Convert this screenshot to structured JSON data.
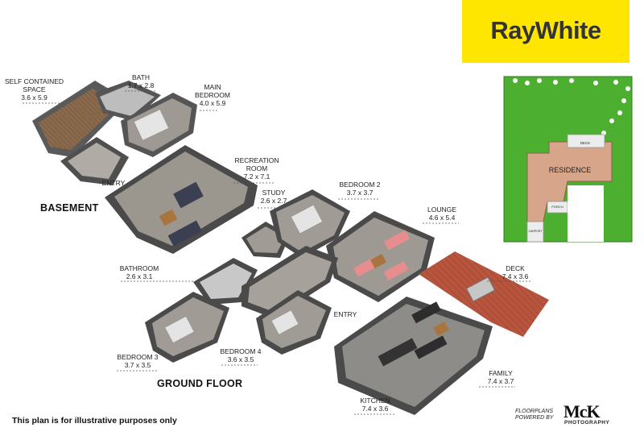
{
  "brand": {
    "name": "RayWhite",
    "color": "#ffe600"
  },
  "sections": {
    "basement": "BASEMENT",
    "ground_floor": "GROUND FLOOR"
  },
  "rooms": {
    "self_contained": {
      "name": "SELF CONTAINED SPACE",
      "dim": "3.6 x 5.9"
    },
    "bath": {
      "name": "BATH",
      "dim": "1.7 x 2.8"
    },
    "main_bedroom": {
      "name": "MAIN BEDROOM",
      "dim": "4.0 x 5.9"
    },
    "recreation": {
      "name": "RECREATION ROOM",
      "dim": "7.2 x 7.1"
    },
    "study": {
      "name": "STUDY",
      "dim": "2.6 x 2.7"
    },
    "bedroom2": {
      "name": "BEDROOM 2",
      "dim": "3.7 x 3.7"
    },
    "lounge": {
      "name": "LOUNGE",
      "dim": "4.6 x 5.4"
    },
    "bathroom": {
      "name": "BATHROOM",
      "dim": "2.6 x 3.1"
    },
    "deck": {
      "name": "DECK",
      "dim": "7.4 x 3.6"
    },
    "bedroom3": {
      "name": "BEDROOM 3",
      "dim": "3.7 x 3.5"
    },
    "bedroom4": {
      "name": "BEDROOM 4",
      "dim": "3.6 x 3.5"
    },
    "family": {
      "name": "FAMILY",
      "dim": "7.4 x 3.7"
    },
    "kitchen": {
      "name": "KITCHEN",
      "dim": "7.4 x 3.6"
    }
  },
  "entries": {
    "basement": "ENTRY",
    "ground": "ENTRY"
  },
  "site": {
    "residence": "RESIDENCE",
    "deck": "DECK",
    "porch": "PORCH",
    "carport": "CARPORT",
    "lawn_color": "#4caf2f"
  },
  "footer": {
    "disclaimer": "This plan is for illustrative purposes only",
    "credit_line1": "FLOORPLANS",
    "credit_line2": "POWERED BY",
    "mck": "McK",
    "mck_sub": "PHOTOGRAPHY"
  }
}
